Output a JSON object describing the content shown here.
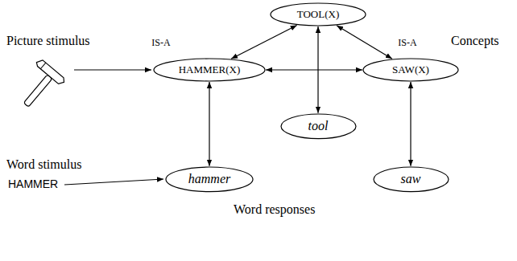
{
  "diagram": {
    "nodes": [
      {
        "text": [
          "TOOL(X)"
        ]
      },
      {
        "text": [
          "HAMMER(X)"
        ]
      },
      {
        "text": [
          "SAW(X)"
        ]
      },
      {
        "text": [
          "tool"
        ]
      },
      {
        "text": [
          "hammer"
        ]
      },
      {
        "text": [
          "saw"
        ]
      }
    ],
    "edges": [
      {
        "from": 0,
        "to": 1,
        "arrow": "both",
        "label": "IS-A"
      },
      {
        "from": 0,
        "to": 2,
        "arrow": "both",
        "label": "IS-A"
      },
      {
        "from": 1,
        "to": 2,
        "arrow": "both"
      },
      {
        "from": 0,
        "to": 3,
        "arrow": "both"
      },
      {
        "from": 1,
        "to": 4,
        "arrow": "both"
      },
      {
        "from": 2,
        "to": 5,
        "arrow": "both"
      }
    ],
    "labels": [
      "Picture stimulus",
      "Concepts",
      "Word stimulus",
      "HAMMER",
      "Word responses"
    ]
  }
}
